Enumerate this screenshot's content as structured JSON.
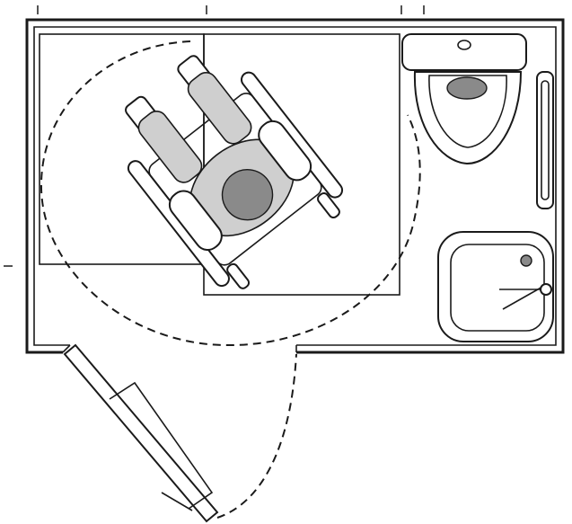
{
  "figure": {
    "subject": "accessible-restroom-floor-plan",
    "elements": [
      "wheelchair-user",
      "turning-circle",
      "toilet",
      "sink",
      "grab-bar",
      "door",
      "transfer-zones"
    ]
  },
  "colors": {
    "line": "#1a1a1a",
    "shading": "#cfcfcf",
    "background": "#ffffff"
  }
}
